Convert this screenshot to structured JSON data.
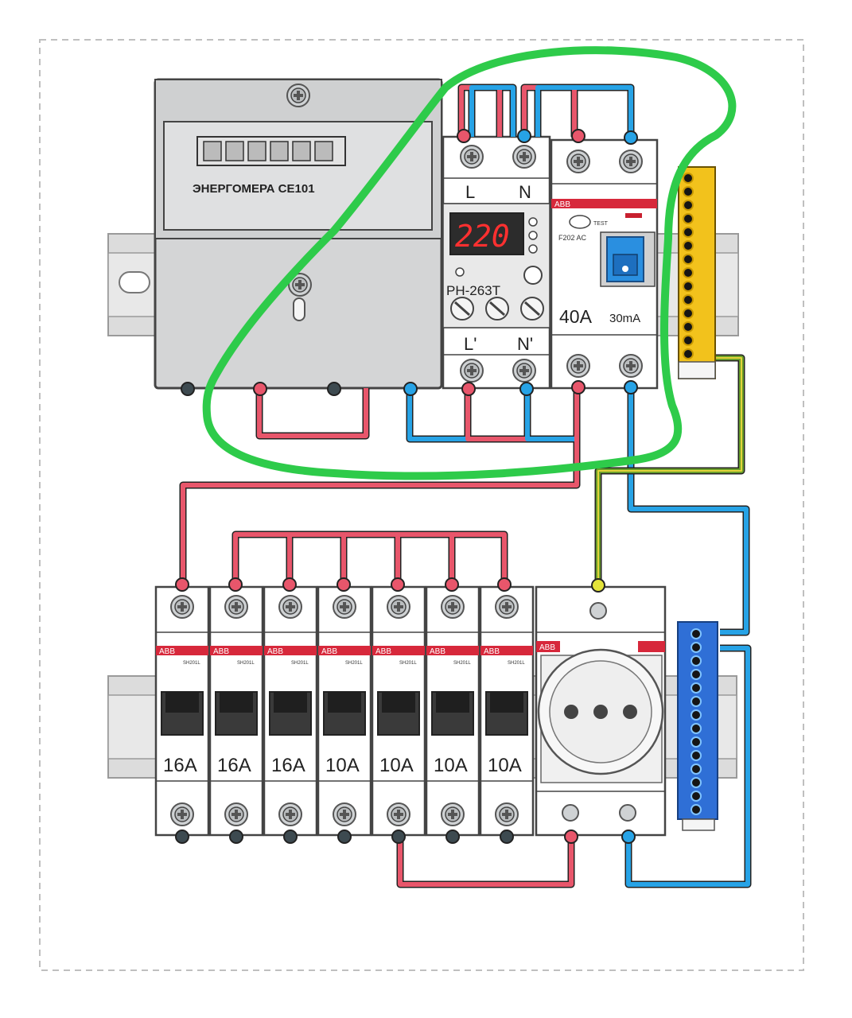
{
  "meter": {
    "label": "ЭНЕРГОМЕРА СЕ101"
  },
  "relay": {
    "display": "220",
    "model": "РН-263Т",
    "top_l": "L",
    "top_n": "N",
    "bot_l": "L'",
    "bot_n": "N'"
  },
  "rcd": {
    "brand": "ABB",
    "test": "TEST",
    "model": "F202 AC",
    "rating": "40A",
    "sensitivity": "30mA"
  },
  "breakers": {
    "brand": "ABB",
    "model": "SH201L",
    "ratings": [
      "16A",
      "16A",
      "16A",
      "10A",
      "10A",
      "10A",
      "10A"
    ]
  },
  "socket": {
    "brand": "ABB"
  },
  "colors": {
    "phase": "#e8566b",
    "neutral": "#27a3e6",
    "earth": "#6a9e2a",
    "highlight": "#2ecb4a",
    "earth_bus": "#f2c21c",
    "neutral_bus": "#2f6fd6"
  }
}
